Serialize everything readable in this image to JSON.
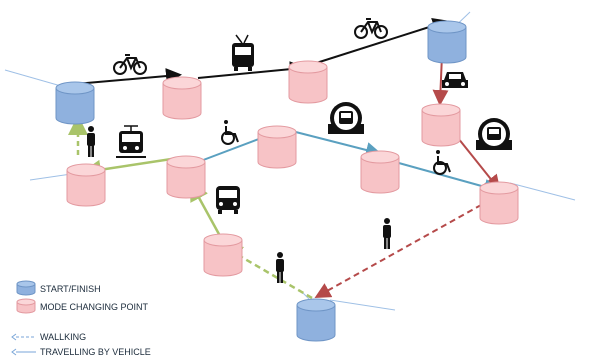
{
  "legend": {
    "start_finish": "START/FINISH",
    "mode_changing_point": "MODE CHANGING POINT",
    "walking": "WALLKING",
    "travelling_by_vehicle": "TRAVELLING BY VEHICLE"
  },
  "colors": {
    "start_node": "#8fb1de",
    "mode_node": "#f7c3c6",
    "route_black": "#111111",
    "route_red": "#b54a4a",
    "route_blue": "#5aa0c0",
    "route_green": "#a9c46a",
    "thin_line": "#7aa6d8"
  },
  "icons": [
    "bicycle-icon",
    "trolleybus-icon",
    "car-icon",
    "pedestrian-icon",
    "tram-icon",
    "wheelchair-icon",
    "metro-icon",
    "bus-icon"
  ]
}
